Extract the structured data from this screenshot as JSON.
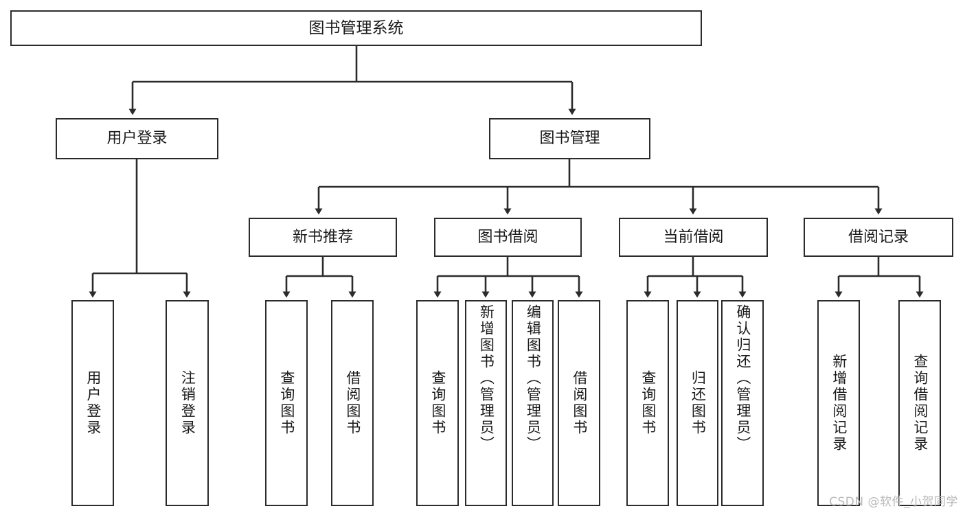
{
  "diagram": {
    "type": "tree-hierarchy",
    "title": "图书管理系统",
    "root": {
      "label": "图书管理系统"
    },
    "level2": [
      {
        "label": "用户登录"
      },
      {
        "label": "图书管理"
      }
    ],
    "level3": [
      {
        "label": "新书推荐"
      },
      {
        "label": "图书借阅"
      },
      {
        "label": "当前借阅"
      },
      {
        "label": "借阅记录"
      }
    ],
    "leaves": [
      {
        "label": "用户登录",
        "parent": "用户登录"
      },
      {
        "label": "注销登录",
        "parent": "用户登录"
      },
      {
        "label": "查询图书",
        "parent": "新书推荐"
      },
      {
        "label": "借阅图书",
        "parent": "新书推荐"
      },
      {
        "label": "查询图书",
        "parent": "图书借阅"
      },
      {
        "label": "新增图书（管理员）",
        "parent": "图书借阅"
      },
      {
        "label": "编辑图书（管理员）",
        "parent": "图书借阅"
      },
      {
        "label": "借阅图书",
        "parent": "图书借阅"
      },
      {
        "label": "查询图书",
        "parent": "当前借阅"
      },
      {
        "label": "归还图书",
        "parent": "当前借阅"
      },
      {
        "label": "确认归还（管理员）",
        "parent": "当前借阅"
      },
      {
        "label": "新增借阅记录",
        "parent": "借阅记录"
      },
      {
        "label": "查询借阅记录",
        "parent": "借阅记录"
      }
    ]
  },
  "watermark": {
    "text": "CSDN @软件_小贺同学"
  },
  "colors": {
    "stroke": "#2b2b2b",
    "box_fill": "#ffffff",
    "text": "#1a1a1a",
    "watermark": "#b8b8b8",
    "background": "#ffffff"
  }
}
